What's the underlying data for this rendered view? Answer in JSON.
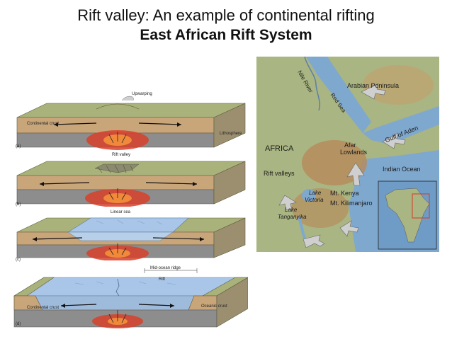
{
  "title": "Rift valley: An example of continental rifting",
  "subtitle": "East African Rift System",
  "diagram": {
    "stages": [
      {
        "tag": "(a)",
        "labels": {
          "top": "Upwarping",
          "left": "Continental crust",
          "right": "Lithosphere"
        }
      },
      {
        "tag": "(b)",
        "labels": {
          "top": "Rift valley"
        }
      },
      {
        "tag": "(c)",
        "labels": {
          "top": "Linear sea"
        }
      },
      {
        "tag": "(d)",
        "labels": {
          "top": "Mid-ocean ridge",
          "rift": "Rift",
          "left": "Continental crust",
          "right": "Oceanic crust"
        }
      }
    ],
    "colors": {
      "grass": "#a9b27a",
      "crust": "#c9a57a",
      "mantle": "#8d8d8d",
      "magma": "#d8402a",
      "water": "#a9c6e8"
    }
  },
  "map": {
    "labels": {
      "nile": "Nile River",
      "arabia": "Arabian Peninsula",
      "red_sea": "Red Sea",
      "aden": "Gulf of Aden",
      "afar": "Afar",
      "lowlands": "Lowlands",
      "africa": "AFRICA",
      "rift_valleys": "Rift valleys",
      "indian_ocean": "Indian Ocean",
      "victoria1": "Lake",
      "victoria2": "Victoria",
      "kenya": "Mt. Kenya",
      "kilimanjaro": "Mt. Kilimanjaro",
      "tanganyika1": "Lake",
      "tanganyika2": "Tanganyika"
    },
    "colors": {
      "land": "#a9b582",
      "highland": "#b78a5a",
      "sea": "#7fa8cf",
      "inset_sea": "#6f9cc6"
    }
  }
}
